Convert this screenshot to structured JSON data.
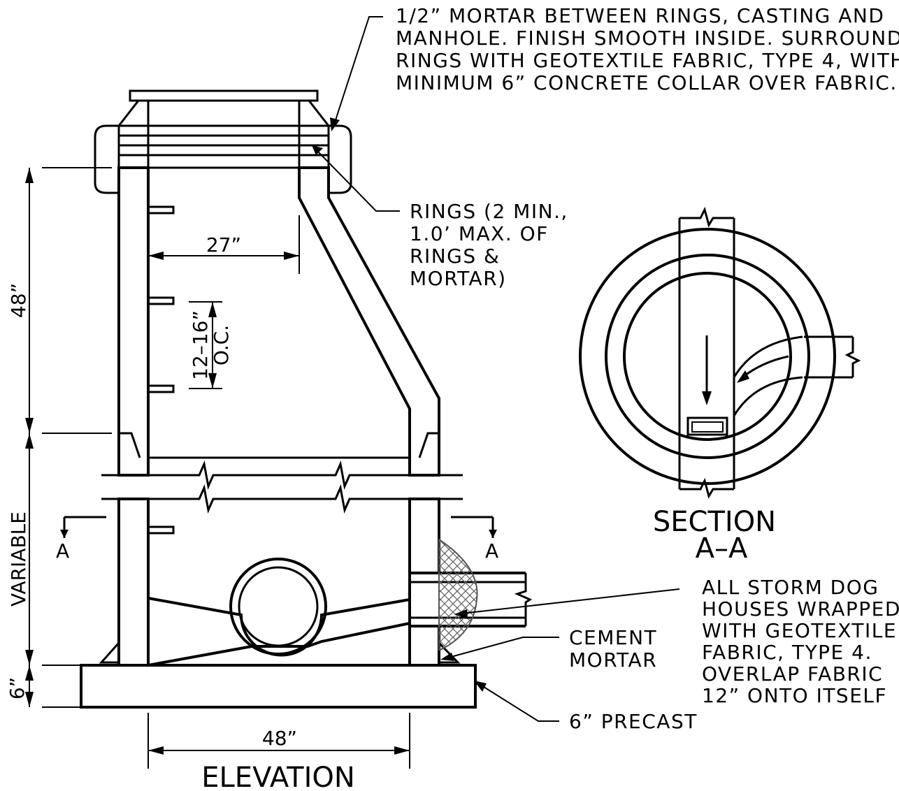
{
  "notes": {
    "mortar": [
      "1/2” MORTAR BETWEEN RINGS, CASTING AND",
      "MANHOLE. FINISH SMOOTH INSIDE. SURROUND",
      "RINGS WITH GEOTEXTILE FABRIC, TYPE 4, WITH",
      "MINIMUM 6” CONCRETE COLLAR OVER FABRIC."
    ],
    "rings": [
      "RINGS (2 MIN.,",
      "1.0’ MAX. OF",
      "RINGS &",
      "MORTAR)"
    ],
    "fabric": [
      "ALL STORM DOG",
      "HOUSES WRAPPED",
      "WITH GEOTEXTILE",
      "FABRIC, TYPE 4.",
      "OVERLAP FABRIC",
      "12” ONTO ITSELF"
    ],
    "cement": [
      "CEMENT",
      "MORTAR"
    ],
    "precast": "6” PRECAST"
  },
  "dimensions": {
    "cone_height": "48”",
    "variable": "VARIABLE",
    "base_thickness": "6”",
    "opening": "27”",
    "step_spacing": "12–16”",
    "step_oc": "O.C.",
    "base_width": "48”"
  },
  "section_marks": {
    "left": "A",
    "right": "A"
  },
  "titles": {
    "elevation": "ELEVATION",
    "section": [
      "SECTION",
      "A–A"
    ]
  }
}
